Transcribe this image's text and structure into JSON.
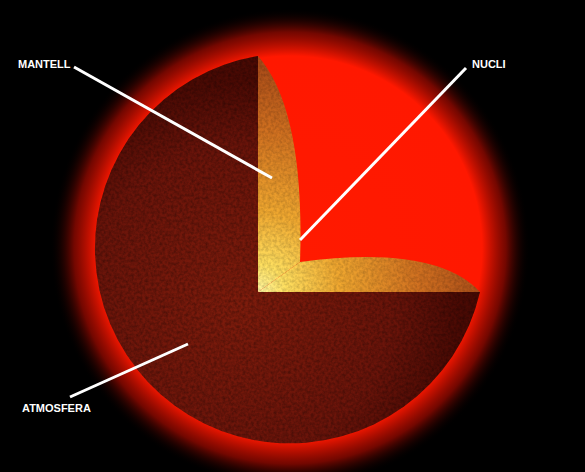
{
  "diagram": {
    "labels": [
      "MANTELL",
      "NUCLI",
      "ATMOSFERA"
    ]
  }
}
